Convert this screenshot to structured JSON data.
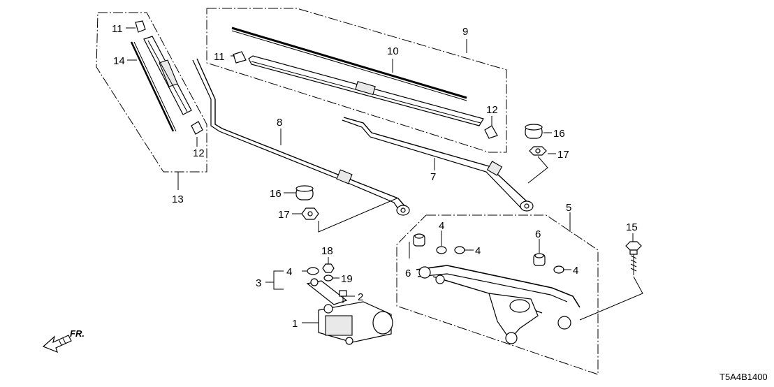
{
  "diagram": {
    "callouts": {
      "c1": "1",
      "c2": "2",
      "c3": "3",
      "c4a": "4",
      "c4b": "4",
      "c4c": "4",
      "c4d": "4",
      "c5": "5",
      "c6a": "6",
      "c6b": "6",
      "c7": "7",
      "c8": "8",
      "c9": "9",
      "c10": "10",
      "c11a": "11",
      "c11b": "11",
      "c12a": "12",
      "c12b": "12",
      "c13": "13",
      "c14": "14",
      "c15": "15",
      "c16a": "16",
      "c16b": "16",
      "c17a": "17",
      "c17b": "17",
      "c18": "18",
      "c19": "19"
    },
    "direction_label": "FR.",
    "diagram_code": "T5A4B1400"
  }
}
